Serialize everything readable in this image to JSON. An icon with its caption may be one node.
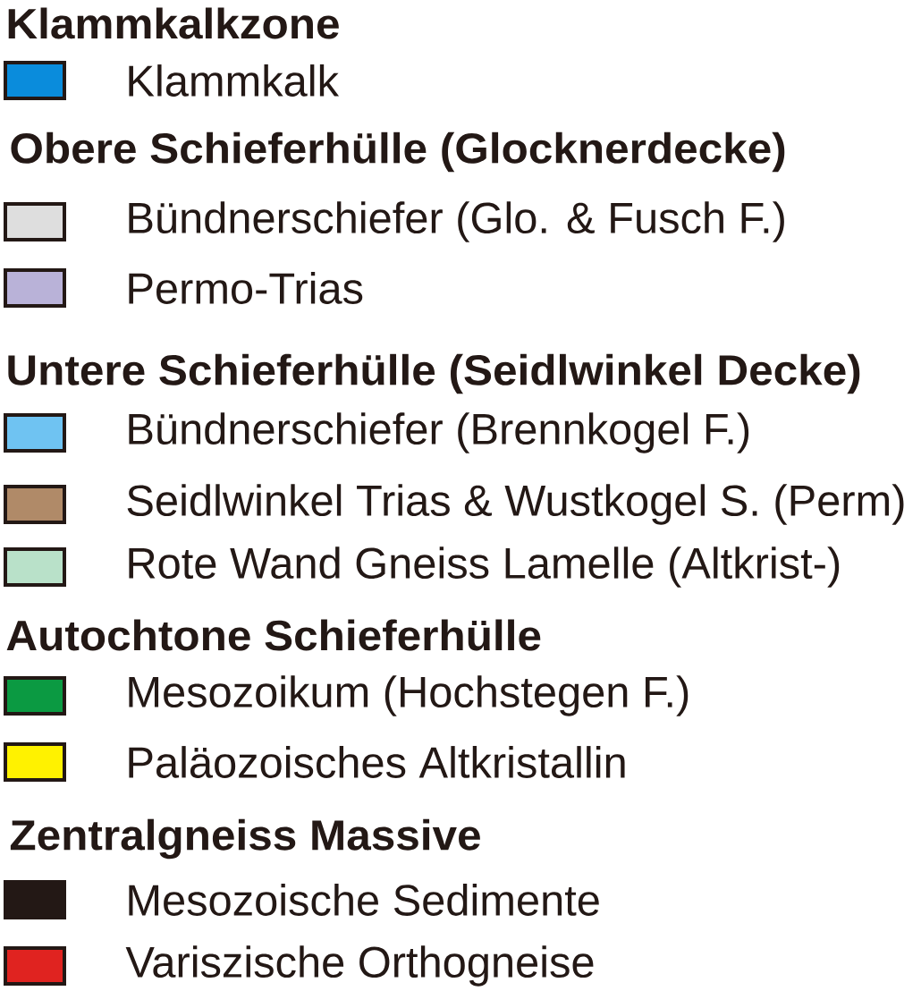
{
  "diagram": {
    "labels": [
      "Klammkalkzone",
      "Obere Schieferhülle (Glocknerdecke)",
      "Untere Schieferhülle (Seidlwinkel Decke)",
      "Autochtone Schieferhülle",
      "Zentralgneiss Massive"
    ],
    "legend": [
      {
        "text": "Klammkalk",
        "color": "#0a8cdc"
      },
      {
        "text": "Bündnerschiefer (Glo. & Fusch F.)",
        "color": "#dedede"
      },
      {
        "text": "Permo-Trias",
        "color": "#b9b2d8"
      },
      {
        "text": "Bündnerschiefer (Brennkogel F.)",
        "color": "#6fc3f2"
      },
      {
        "text": "Seidlwinkel Trias & Wustkogel S. (Perm)",
        "color": "#b08a68"
      },
      {
        "text": "Rote Wand Gneiss Lamelle (Altkrist-)",
        "color": "#b9e1c9"
      },
      {
        "text": "Mesozoikum (Hochstegen F.)",
        "color": "#0b9a42"
      },
      {
        "text": "Paläozoisches Altkristallin",
        "color": "#fff200"
      },
      {
        "text": "Mesozoische Sedimente",
        "color": "#231815"
      },
      {
        "text": "Variszische Orthogneise",
        "color": "#e02320"
      }
    ]
  }
}
